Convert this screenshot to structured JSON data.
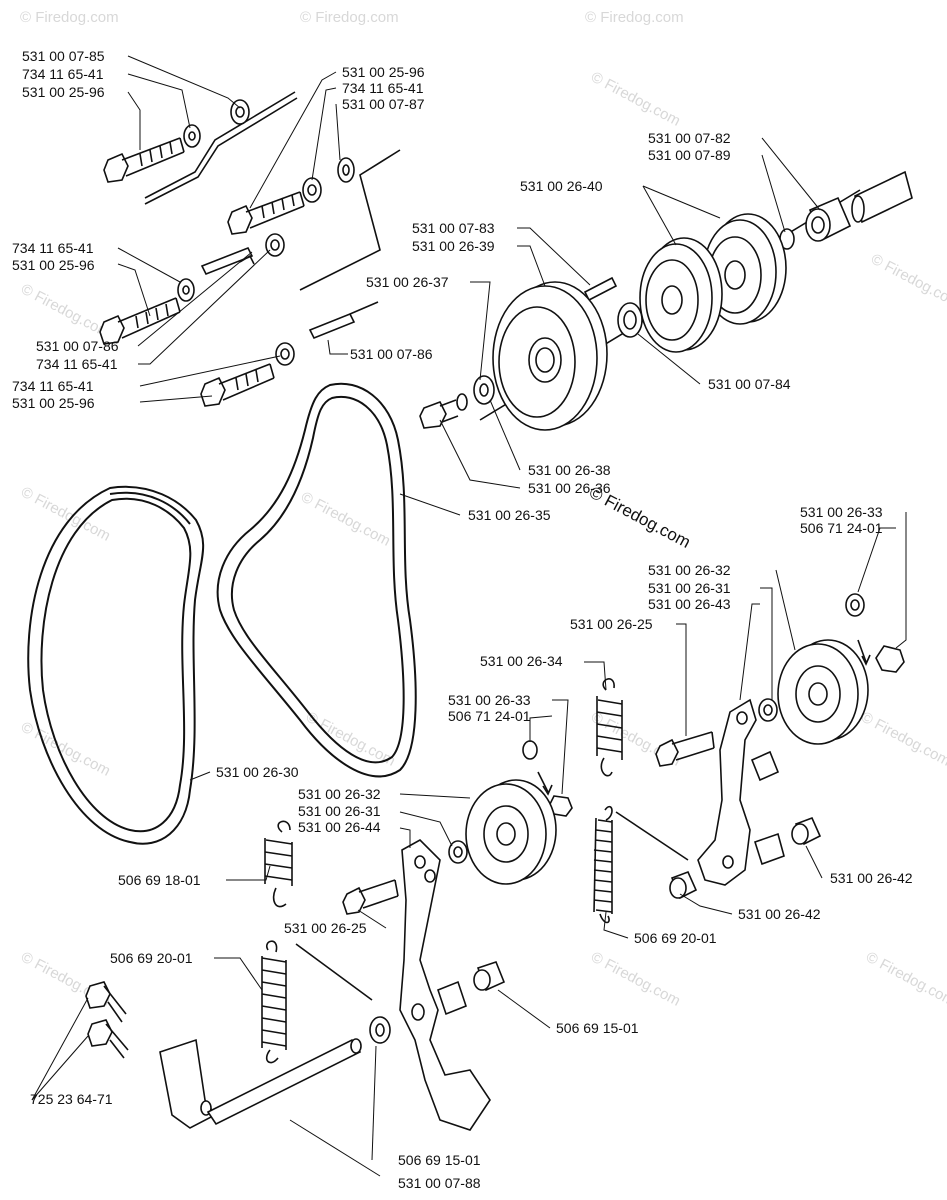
{
  "watermark": "© Firedog.com",
  "labels": {
    "l01": "531 00 07-85",
    "l02": "734 11 65-41",
    "l03": "531 00 25-96",
    "l04": "531 00 25-96",
    "l05": "734 11 65-41",
    "l06": "531 00 07-87",
    "l07": "531 00 07-82",
    "l08": "531 00 07-89",
    "l09": "531 00 26-40",
    "l10": "531 00 07-83",
    "l11": "531 00 26-39",
    "l12": "734 11 65-41",
    "l13": "531 00 25-96",
    "l14": "531 00 26-37",
    "l15": "531 00 07-86",
    "l16": "734 11 65-41",
    "l17": "531 00 07-86",
    "l18": "734 11 65-41",
    "l19": "531 00 25-96",
    "l20": "531 00 07-84",
    "l21": "531 00 26-38",
    "l22": "531 00 26-36",
    "l23": "531 00 26-35",
    "l24": "531 00 26-33",
    "l25": "506 71 24-01",
    "l26": "531 00 26-32",
    "l27": "531 00 26-31",
    "l28": "531 00 26-43",
    "l29": "531 00 26-25",
    "l30": "531 00 26-34",
    "l31": "531 00 26-33",
    "l32": "506 71 24-01",
    "l33": "531 00 26-30",
    "l34": "531 00 26-32",
    "l35": "531 00 26-31",
    "l36": "531 00 26-44",
    "l37": "531 00 26-42",
    "l38": "506 69 18-01",
    "l39": "531 00 26-42",
    "l40": "531 00 26-25",
    "l41": "506 69 20-01",
    "l42": "506 69 20-01",
    "l43": "506 69 15-01",
    "l44": "725 23 64-71",
    "l45": "506 69 15-01",
    "l46": "531 00 07-88"
  }
}
